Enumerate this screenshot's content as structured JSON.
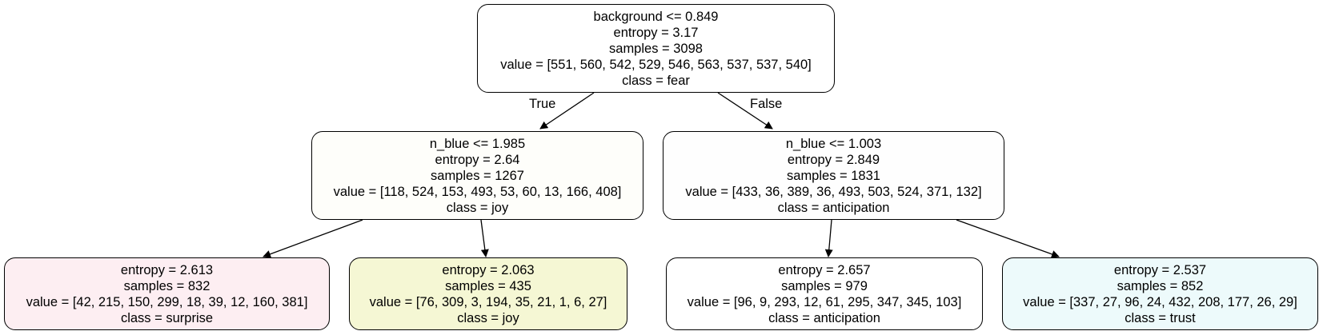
{
  "tree": {
    "nodes": {
      "root": {
        "split": "background <= 0.849",
        "entropy": "entropy = 3.17",
        "samples": "samples = 3098",
        "value": "value = [551, 560, 542, 529, 546, 563, 537, 537, 540]",
        "class": "class = fear",
        "fill": "#ffffff"
      },
      "left": {
        "split": "n_blue <= 1.985",
        "entropy": "entropy = 2.64",
        "samples": "samples = 1267",
        "value": "value = [118, 524, 153, 493, 53, 60, 13, 166, 408]",
        "class": "class = joy",
        "fill": "#fefefa"
      },
      "right": {
        "split": "n_blue <= 1.003",
        "entropy": "entropy = 2.849",
        "samples": "samples = 1831",
        "value": "value = [433, 36, 389, 36, 493, 503, 524, 371, 132]",
        "class": "class = anticipation",
        "fill": "#fefefe"
      },
      "leaf_ll": {
        "entropy": "entropy = 2.613",
        "samples": "samples = 832",
        "value": "value = [42, 215, 150, 299, 18, 39, 12, 160, 381]",
        "class": "class = surprise",
        "fill": "#fdeef2"
      },
      "leaf_lr": {
        "entropy": "entropy = 2.063",
        "samples": "samples = 435",
        "value": "value = [76, 309, 3, 194, 35, 21, 1, 6, 27]",
        "class": "class = joy",
        "fill": "#f5f7d4"
      },
      "leaf_rl": {
        "entropy": "entropy = 2.657",
        "samples": "samples = 979",
        "value": "value = [96, 9, 293, 12, 61, 295, 347, 345, 103]",
        "class": "class = anticipation",
        "fill": "#ffffff"
      },
      "leaf_rr": {
        "entropy": "entropy = 2.537",
        "samples": "samples = 852",
        "value": "value = [337, 27, 96, 24, 432, 208, 177, 26, 29]",
        "class": "class = trust",
        "fill": "#edfafb"
      }
    },
    "edge_labels": {
      "true_label": "True",
      "false_label": "False"
    }
  }
}
